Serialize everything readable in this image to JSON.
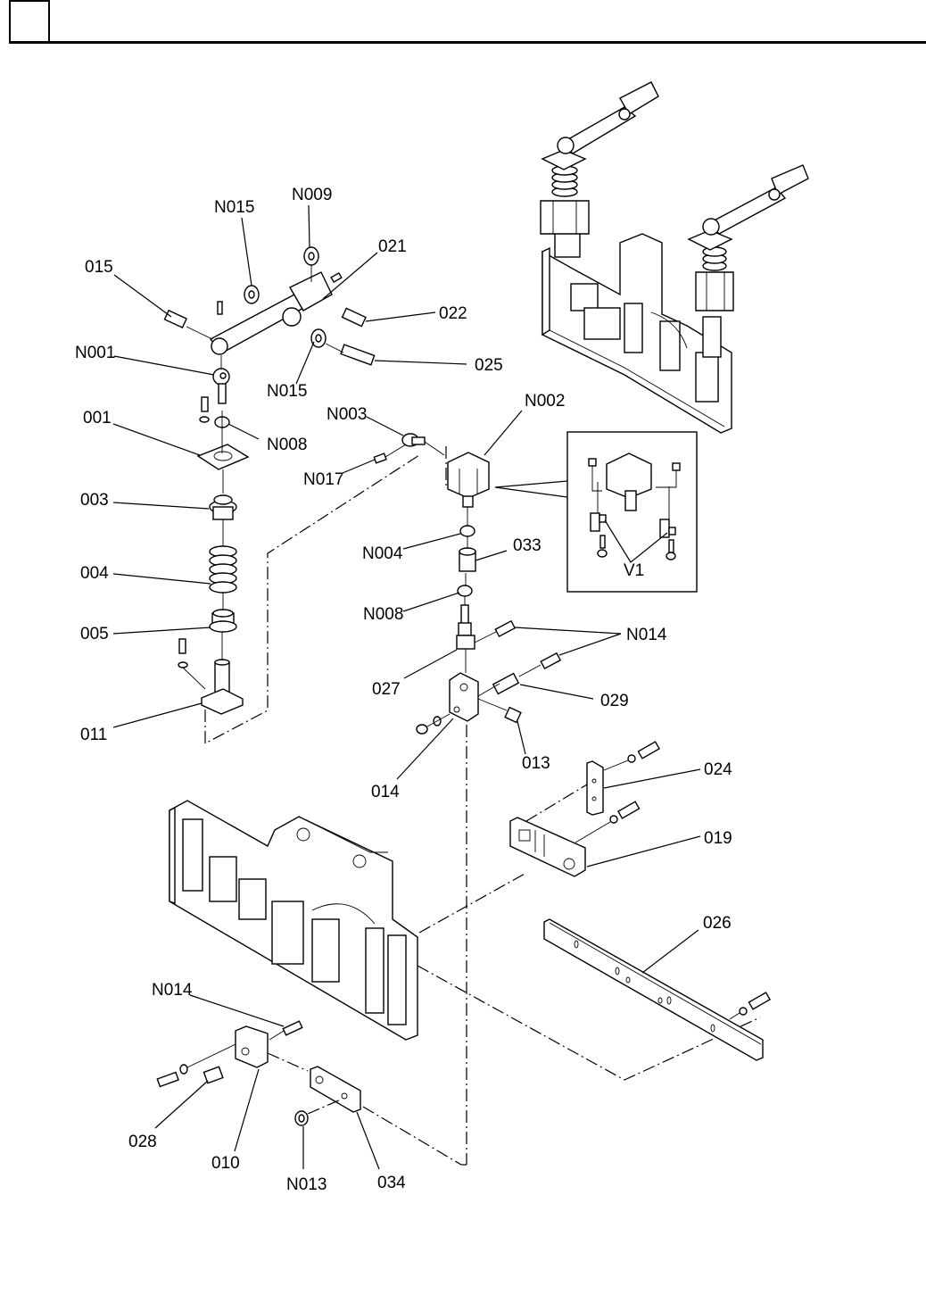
{
  "header": {
    "section_box": "",
    "title": ""
  },
  "diagram": {
    "type": "exploded-parts-view",
    "detail_view_label": "V1",
    "labels": {
      "N015_top": "N015",
      "N009": "N009",
      "p015": "015",
      "p021": "021",
      "p022": "022",
      "p025": "025",
      "N001": "N001",
      "N015_bottom": "N015",
      "p001": "001",
      "N008_top": "N008",
      "N003": "N003",
      "N002": "N002",
      "N017": "N017",
      "p003": "003",
      "p004": "004",
      "N004": "N004",
      "p033": "033",
      "N008_mid": "N008",
      "p005": "005",
      "N014_top": "N014",
      "p027": "027",
      "p029": "029",
      "p011": "011",
      "p013": "013",
      "p014": "014",
      "p024": "024",
      "p019": "019",
      "p026": "026",
      "N014_bottom": "N014",
      "p028": "028",
      "p010": "010",
      "N013": "N013",
      "p034": "034"
    }
  }
}
